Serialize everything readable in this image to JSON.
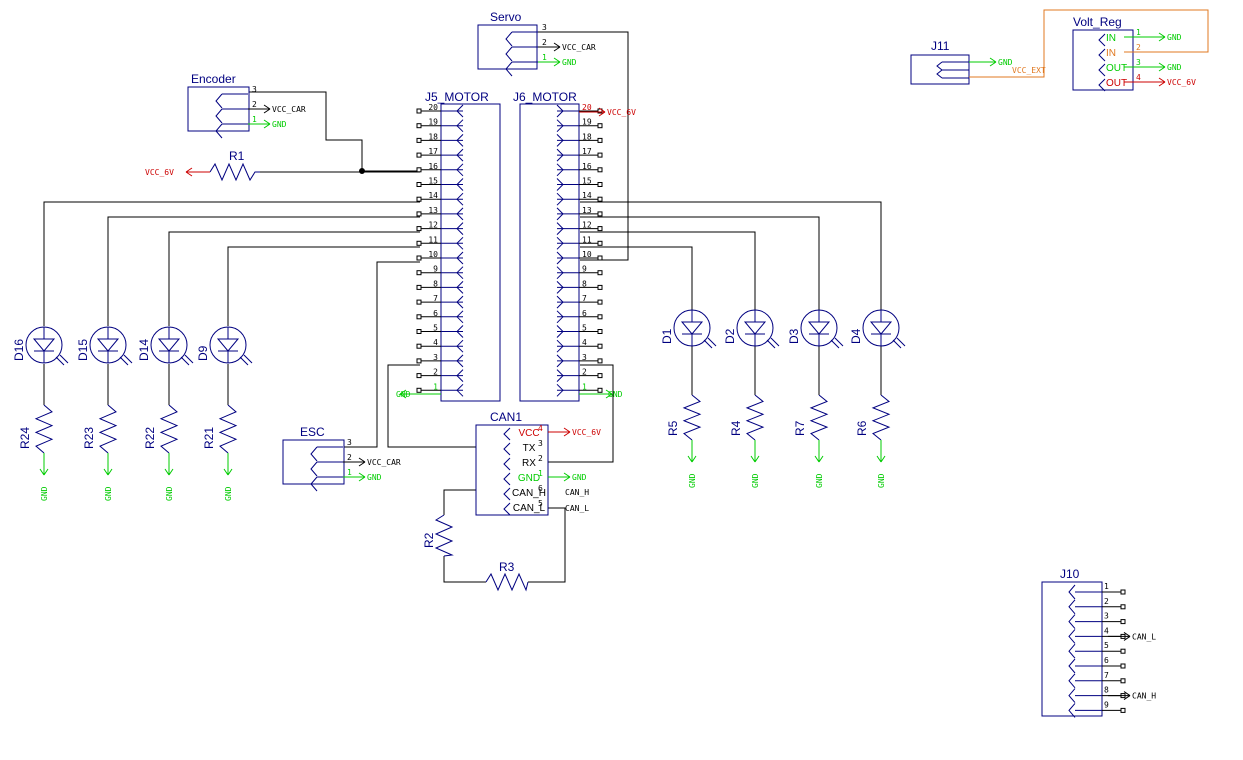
{
  "colors": {
    "wire": "#000000",
    "component": "#000080",
    "gnd": "#00cc00",
    "vcc6": "#cc0000",
    "ext": "#e07820",
    "pin": "#000000"
  },
  "nets": {
    "vcc_car": "VCC_CAR",
    "gnd": "GND",
    "vcc_6v": "VCC_6V",
    "vcc_ext": "VCC_EXT",
    "can_h": "CAN_H",
    "can_l": "CAN_L"
  },
  "components": {
    "servo": {
      "ref": "Servo",
      "pins": [
        "3",
        "2",
        "1"
      ]
    },
    "encoder": {
      "ref": "Encoder",
      "pins": [
        "3",
        "2",
        "1"
      ]
    },
    "esc": {
      "ref": "ESC",
      "pins": [
        "3",
        "2",
        "1"
      ]
    },
    "j11": {
      "ref": "J11"
    },
    "volt_reg": {
      "ref": "Volt_Reg",
      "pin_names": [
        "IN",
        "IN",
        "OUT",
        "OUT"
      ],
      "pin_numbers": [
        "1",
        "2",
        "3",
        "4"
      ]
    },
    "j5": {
      "ref": "J5_MOTOR",
      "pins": [
        "20",
        "19",
        "18",
        "17",
        "16",
        "15",
        "14",
        "13",
        "12",
        "11",
        "10",
        "9",
        "8",
        "7",
        "6",
        "5",
        "4",
        "3",
        "2",
        "1"
      ]
    },
    "j6": {
      "ref": "J6_MOTOR",
      "pins": [
        "20",
        "19",
        "18",
        "17",
        "16",
        "15",
        "14",
        "13",
        "12",
        "11",
        "10",
        "9",
        "8",
        "7",
        "6",
        "5",
        "4",
        "3",
        "2",
        "1"
      ]
    },
    "can1": {
      "ref": "CAN1",
      "pin_names": [
        "VCC",
        "TX",
        "RX",
        "GND",
        "CAN_H",
        "CAN_L"
      ],
      "pin_numbers": [
        "4",
        "3",
        "2",
        "1",
        "6",
        "5"
      ]
    },
    "j10": {
      "ref": "J10",
      "pins": [
        "1",
        "2",
        "3",
        "4",
        "5",
        "6",
        "7",
        "8",
        "9"
      ]
    },
    "r1": {
      "ref": "R1"
    },
    "r2": {
      "ref": "R2"
    },
    "r3": {
      "ref": "R3"
    },
    "left_leds": [
      {
        "led": "D16",
        "res": "R24"
      },
      {
        "led": "D15",
        "res": "R23"
      },
      {
        "led": "D14",
        "res": "R22"
      },
      {
        "led": "D9",
        "res": "R21"
      }
    ],
    "right_leds": [
      {
        "led": "D1",
        "res": "R5"
      },
      {
        "led": "D2",
        "res": "R4"
      },
      {
        "led": "D3",
        "res": "R7"
      },
      {
        "led": "D4",
        "res": "R6"
      }
    ]
  }
}
